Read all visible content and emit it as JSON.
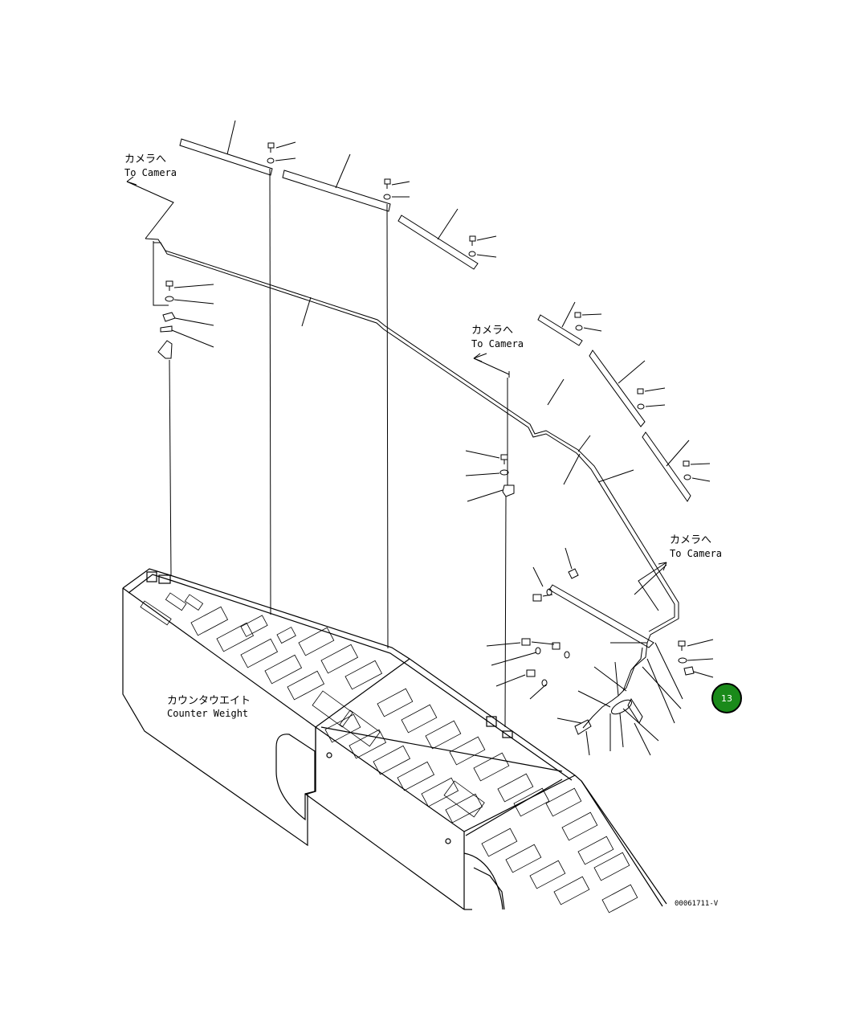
{
  "labels": {
    "camera_1_jp": "カメラへ",
    "camera_1_en": "To Camera",
    "camera_2_jp": "カメラへ",
    "camera_2_en": "To Camera",
    "camera_3_jp": "カメラへ",
    "camera_3_en": "To Camera",
    "counterweight_jp": "カウンタウエイト",
    "counterweight_en": "Counter Weight"
  },
  "drawing_id": "00061711-V",
  "callout": {
    "number": "13",
    "color": "#1a8a1a"
  }
}
